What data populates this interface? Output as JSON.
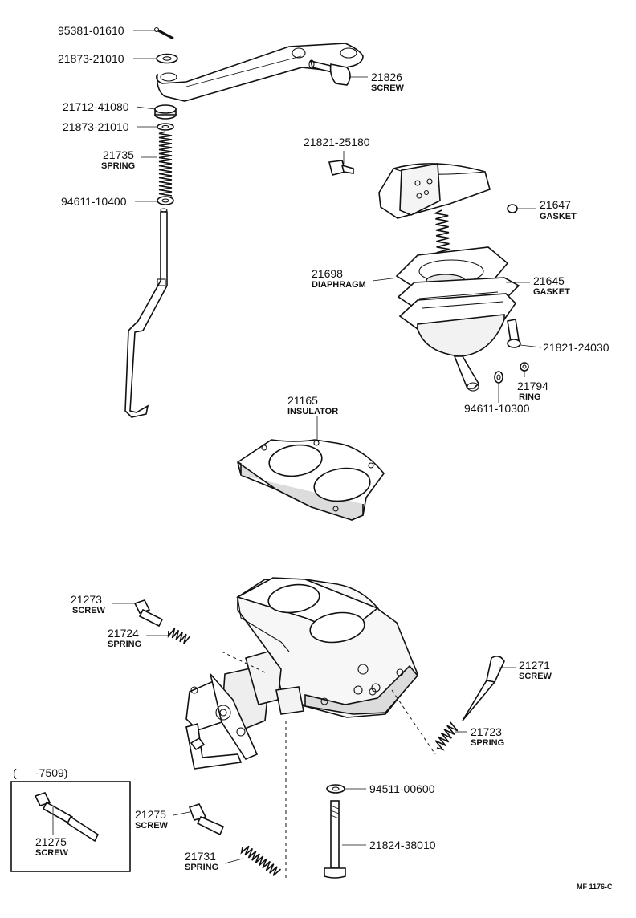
{
  "callouts": {
    "c95381": {
      "number": "95381-01610"
    },
    "c21873a": {
      "number": "21873-21010"
    },
    "c21826": {
      "number": "21826",
      "name": "SCREW"
    },
    "c21712": {
      "number": "21712-41080"
    },
    "c21873b": {
      "number": "21873-21010"
    },
    "c21735": {
      "number": "21735",
      "name": "SPRING"
    },
    "c94611a": {
      "number": "94611-10400"
    },
    "c21821a": {
      "number": "21821-25180"
    },
    "c21647": {
      "number": "21647",
      "name": "GASKET"
    },
    "c21698": {
      "number": "21698",
      "name": "DIAPHRAGM"
    },
    "c21645": {
      "number": "21645",
      "name": "GASKET"
    },
    "c21821b": {
      "number": "21821-24030"
    },
    "c21794": {
      "number": "21794",
      "name": "RING"
    },
    "c94611b": {
      "number": "94611-10300"
    },
    "c21165": {
      "number": "21165",
      "name": "INSULATOR"
    },
    "c21273": {
      "number": "21273",
      "name": "SCREW"
    },
    "c21724": {
      "number": "21724",
      "name": "SPRING"
    },
    "c21271": {
      "number": "21271",
      "name": "SCREW"
    },
    "c21723": {
      "number": "21723",
      "name": "SPRING"
    },
    "c94511": {
      "number": "94511-00600"
    },
    "c21275a": {
      "number": "21275",
      "name": "SCREW"
    },
    "c21824": {
      "number": "21824-38010"
    },
    "c21731": {
      "number": "21731",
      "name": "SPRING"
    },
    "c21275b": {
      "number": "21275",
      "name": "SCREW"
    }
  },
  "inset": {
    "label": "(      -7509)"
  },
  "drawing_code": "MF 1176-C"
}
